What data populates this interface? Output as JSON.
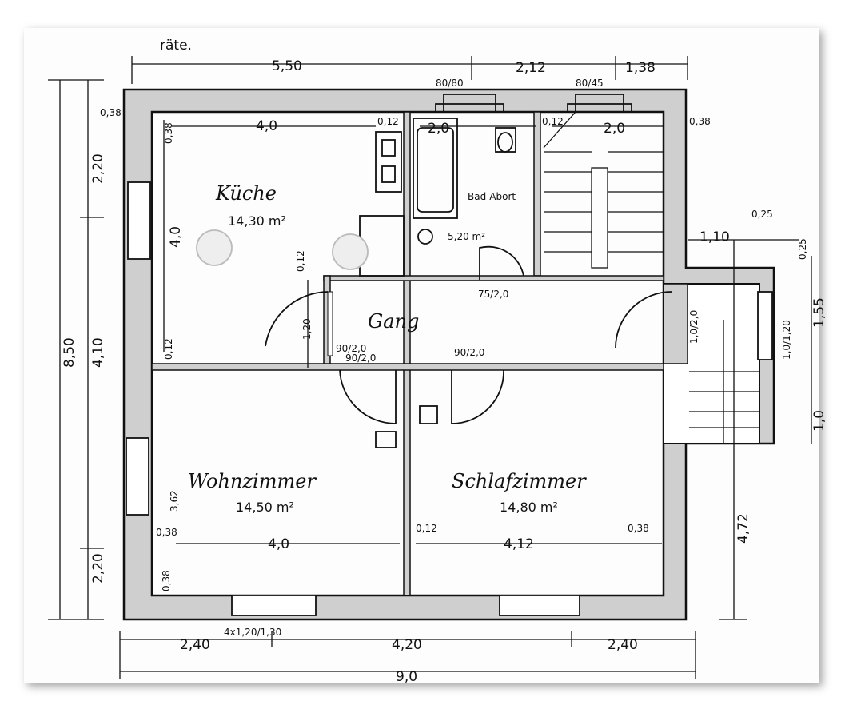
{
  "header_note": "räte.",
  "rooms": {
    "kitchen": {
      "name": "Küche",
      "area": "14,30 m²"
    },
    "bath": {
      "name": "Bad-Abort",
      "area": "5,20 m²"
    },
    "hall": {
      "name": "Gang"
    },
    "living": {
      "name": "Wohnzimmer",
      "area": "14,50 m²"
    },
    "bedroom": {
      "name": "Schlafzimmer",
      "area": "14,80 m²"
    }
  },
  "dimensions": {
    "top_550": "5,50",
    "top_212": "2,12",
    "top_138": "1,38",
    "win_8080": "80/80",
    "win_8045": "80/45",
    "k_038": "0,38",
    "k_40": "4,0",
    "k_012": "0,12",
    "b_20": "2,0",
    "s_012": "0,12",
    "s_20": "2,0",
    "r_038": "0,38",
    "left_220": "2,20",
    "left_850": "8,50",
    "left_410": "4,10",
    "left_220b": "2,20",
    "k_h40": "4,0",
    "k_038v": "0,38",
    "k_012v": "0,12",
    "gang_012": "0,12",
    "door_9020a": "90/2,0",
    "door_9020b": "90/2,0",
    "door_9020c": "90/2,0",
    "door_7520": "75/2,0",
    "door_120": "1,20",
    "door_10_20": "1,0/2,0",
    "door_10_20b": "1,0/1,20",
    "r_110": "1,10",
    "r_025": "0,25",
    "r_025b": "0,25",
    "r_155": "1,55",
    "r_10": "1,0",
    "r_472": "4,72",
    "w_362": "3,62",
    "w_038": "0,38",
    "w_40": "4,0",
    "w_038v": "0,38",
    "s_012b": "0,12",
    "s_412": "4,12",
    "s_038": "0,38",
    "win_bottom": "4x1,20/1,30",
    "bot_240a": "2,40",
    "bot_420": "4,20",
    "bot_240b": "2,40",
    "bot_90": "9,0"
  }
}
